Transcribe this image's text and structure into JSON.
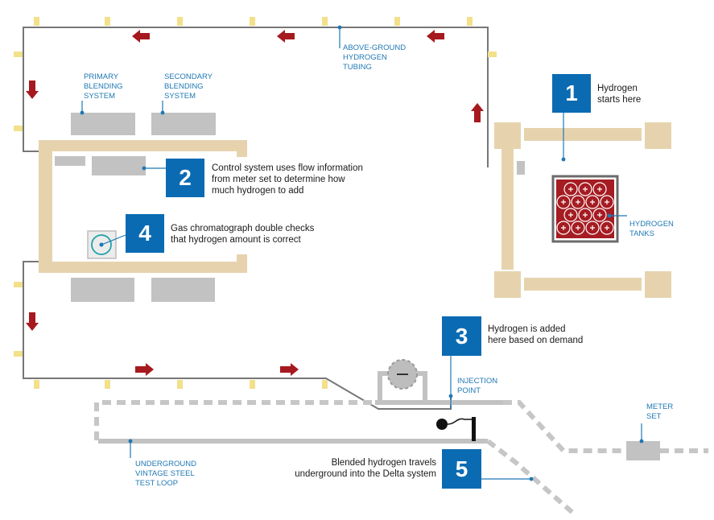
{
  "colors": {
    "pipe_beige": "#e6d3ae",
    "block_gray": "#c2c2c2",
    "line_gray": "#777777",
    "dashed_gray": "#c6c6c6",
    "tick_yellow": "#f3e08a",
    "arrow_red": "#a6191e",
    "number_blue": "#0a6bb3",
    "label_blue": "#1f78b4",
    "tank_red": "#a51c22"
  },
  "labels": {
    "primary": "PRIMARY\nBLENDING\nSYSTEM",
    "secondary": "SECONDARY\nBLENDING\nSYSTEM",
    "tubing": "ABOVE-GROUND\nHYDROGEN\nTUBING",
    "tanks": "HYDROGEN\nTANKS",
    "injection": "INJECTION\nPOINT",
    "meter": "METER\nSET",
    "loop": "UNDERGROUND\nVINTAGE STEEL\nTEST LOOP"
  },
  "steps": [
    {
      "number": "1",
      "text": "Hydrogen\nstarts here"
    },
    {
      "number": "2",
      "text": "Control system uses flow information\nfrom meter set to determine how\nmuch hydrogen to add"
    },
    {
      "number": "3",
      "text": "Hydrogen is added\nhere based on demand"
    },
    {
      "number": "4",
      "text": "Gas chromatograph double checks\nthat hydrogen amount is correct"
    },
    {
      "number": "5",
      "text": "Blended hydrogen travels\nunderground into the Delta system"
    }
  ],
  "icons": {
    "flow_arrow": "red-arrow-icon",
    "tank": "hydrogen-tank-icon",
    "chromatograph": "gas-chromatograph-icon",
    "valve": "valve-icon",
    "injector": "injector-icon"
  }
}
